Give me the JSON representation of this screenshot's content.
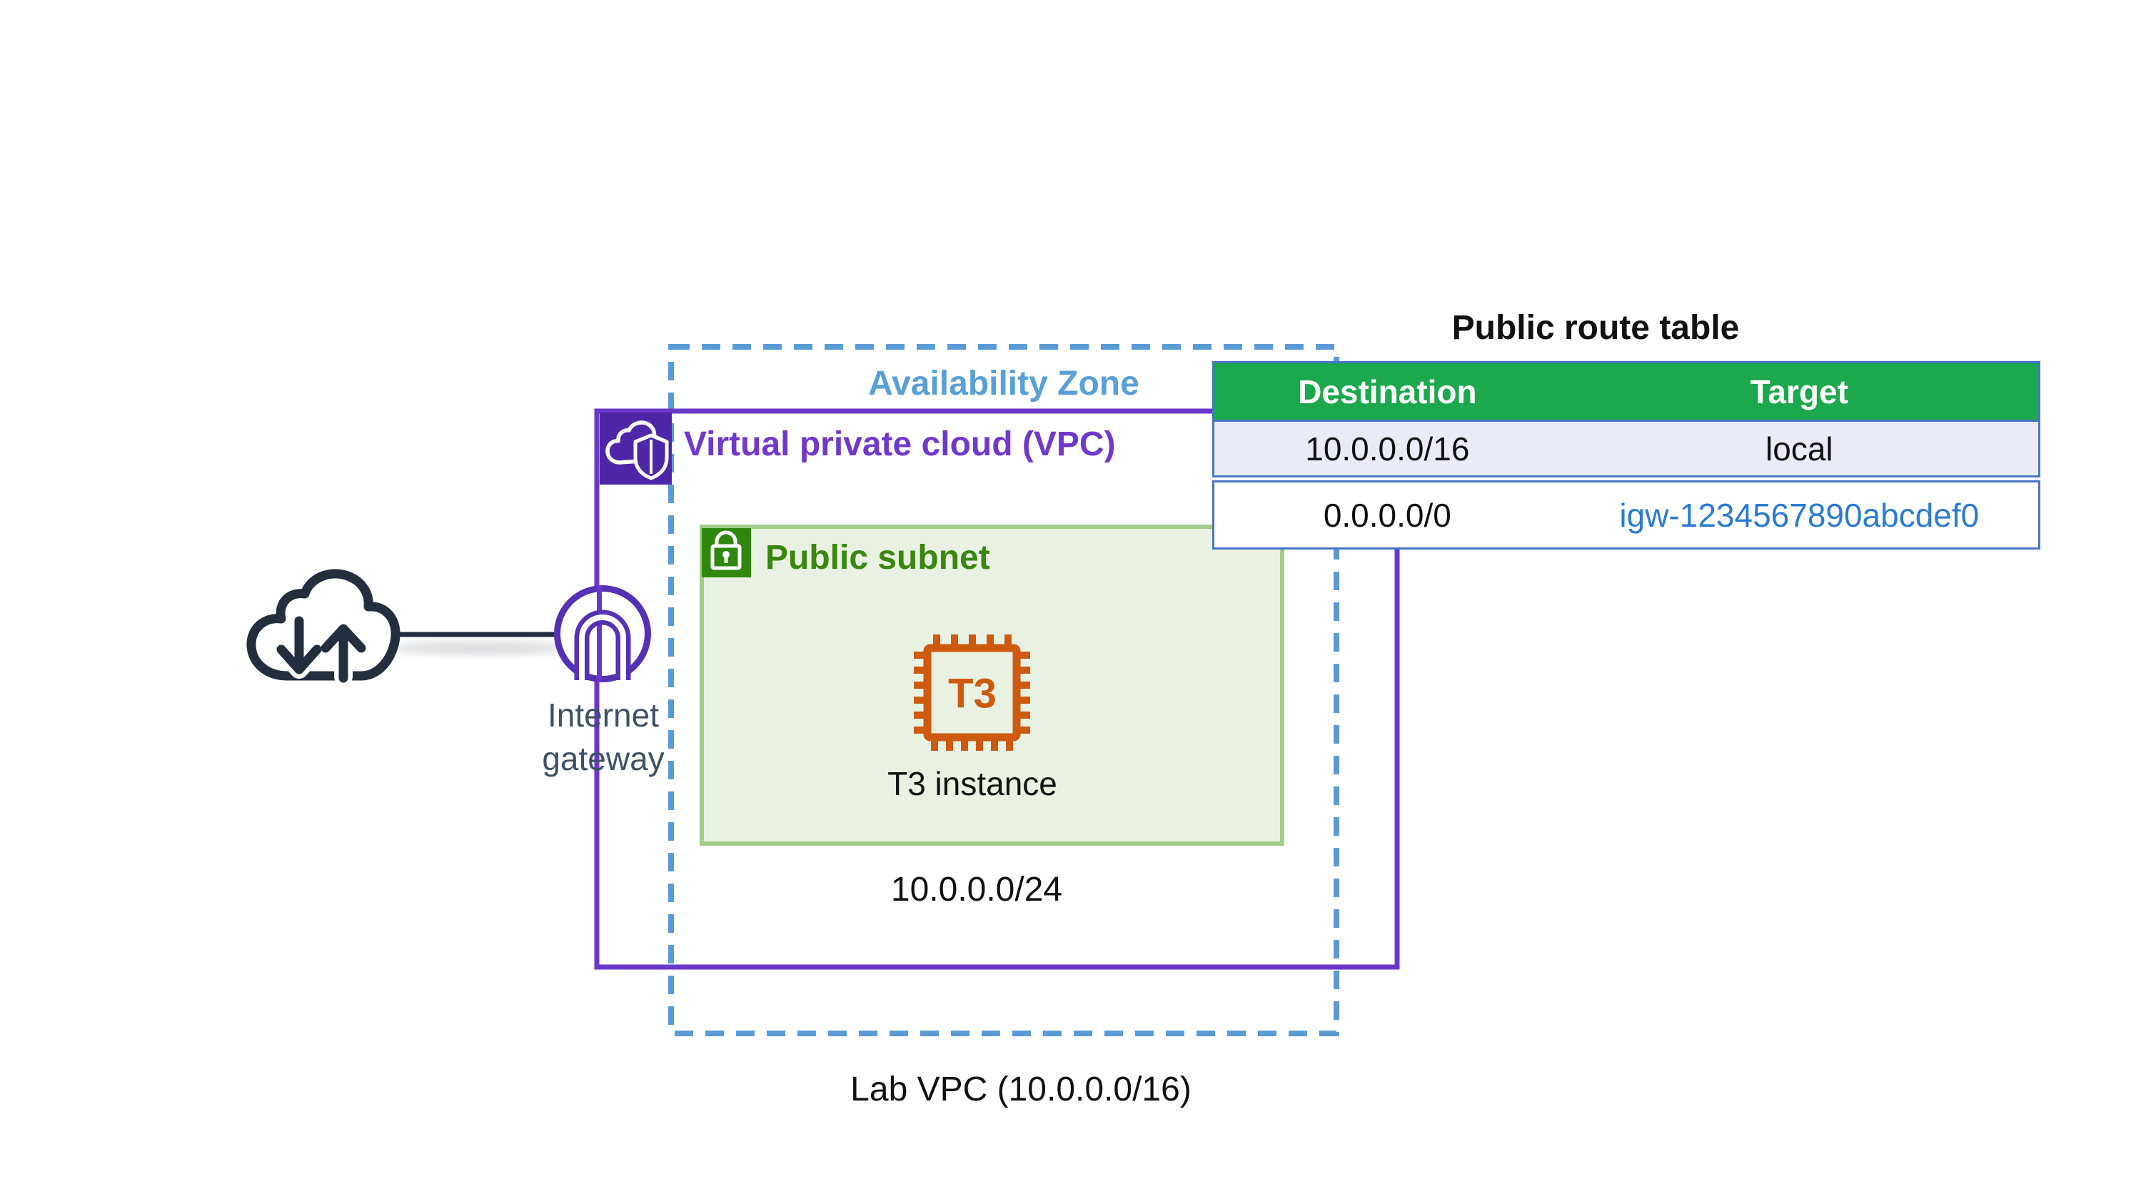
{
  "diagram": {
    "internet": {
      "icon": "cloud-updown-arrows-icon"
    },
    "internet_gateway": {
      "label": "Internet gateway",
      "icon": "internet-gateway-icon"
    },
    "availability_zone": {
      "label": "Availability Zone"
    },
    "vpc": {
      "label": "Virtual private cloud (VPC)",
      "caption": "Lab VPC (10.0.0.0/16)",
      "icon": "vpc-cloud-shield-icon"
    },
    "public_subnet": {
      "label": "Public subnet",
      "cidr": "10.0.0.0/24",
      "icon": "padlock-icon"
    },
    "t3_instance": {
      "chip_label": "T3",
      "label": "T3 instance",
      "icon": "ec2-chip-icon"
    }
  },
  "route_table": {
    "title": "Public route table",
    "columns": [
      "Destination",
      "Target"
    ],
    "rows": [
      {
        "destination": "10.0.0.0/16",
        "target": "local"
      },
      {
        "destination": "0.0.0.0/0",
        "target": "igw-1234567890abcdef0"
      }
    ]
  },
  "colors": {
    "availability_zone_blue": "#5b9bd5",
    "az_label_blue": "#58a0d6",
    "vpc_border_purple": "#6a38c9",
    "vpc_label_purple": "#7138ca",
    "vpc_icon_purple": "#4d27a8",
    "internet_gateway_purple": "#5531b5",
    "cloud_navy": "#232f3e",
    "gateway_label_slate": "#3f5166",
    "subnet_fill_green": "#e9f1e2",
    "subnet_border_green": "#a2cc88",
    "subnet_icon_green": "#2f870e",
    "subnet_label_green": "#3a870f",
    "table_header_green": "#1ca84c",
    "table_border_blue": "#4a74c8",
    "table_row_alt_fill": "#e9ebf6",
    "link_blue": "#2a7bd2",
    "instance_orange": "#cd5a0f"
  }
}
